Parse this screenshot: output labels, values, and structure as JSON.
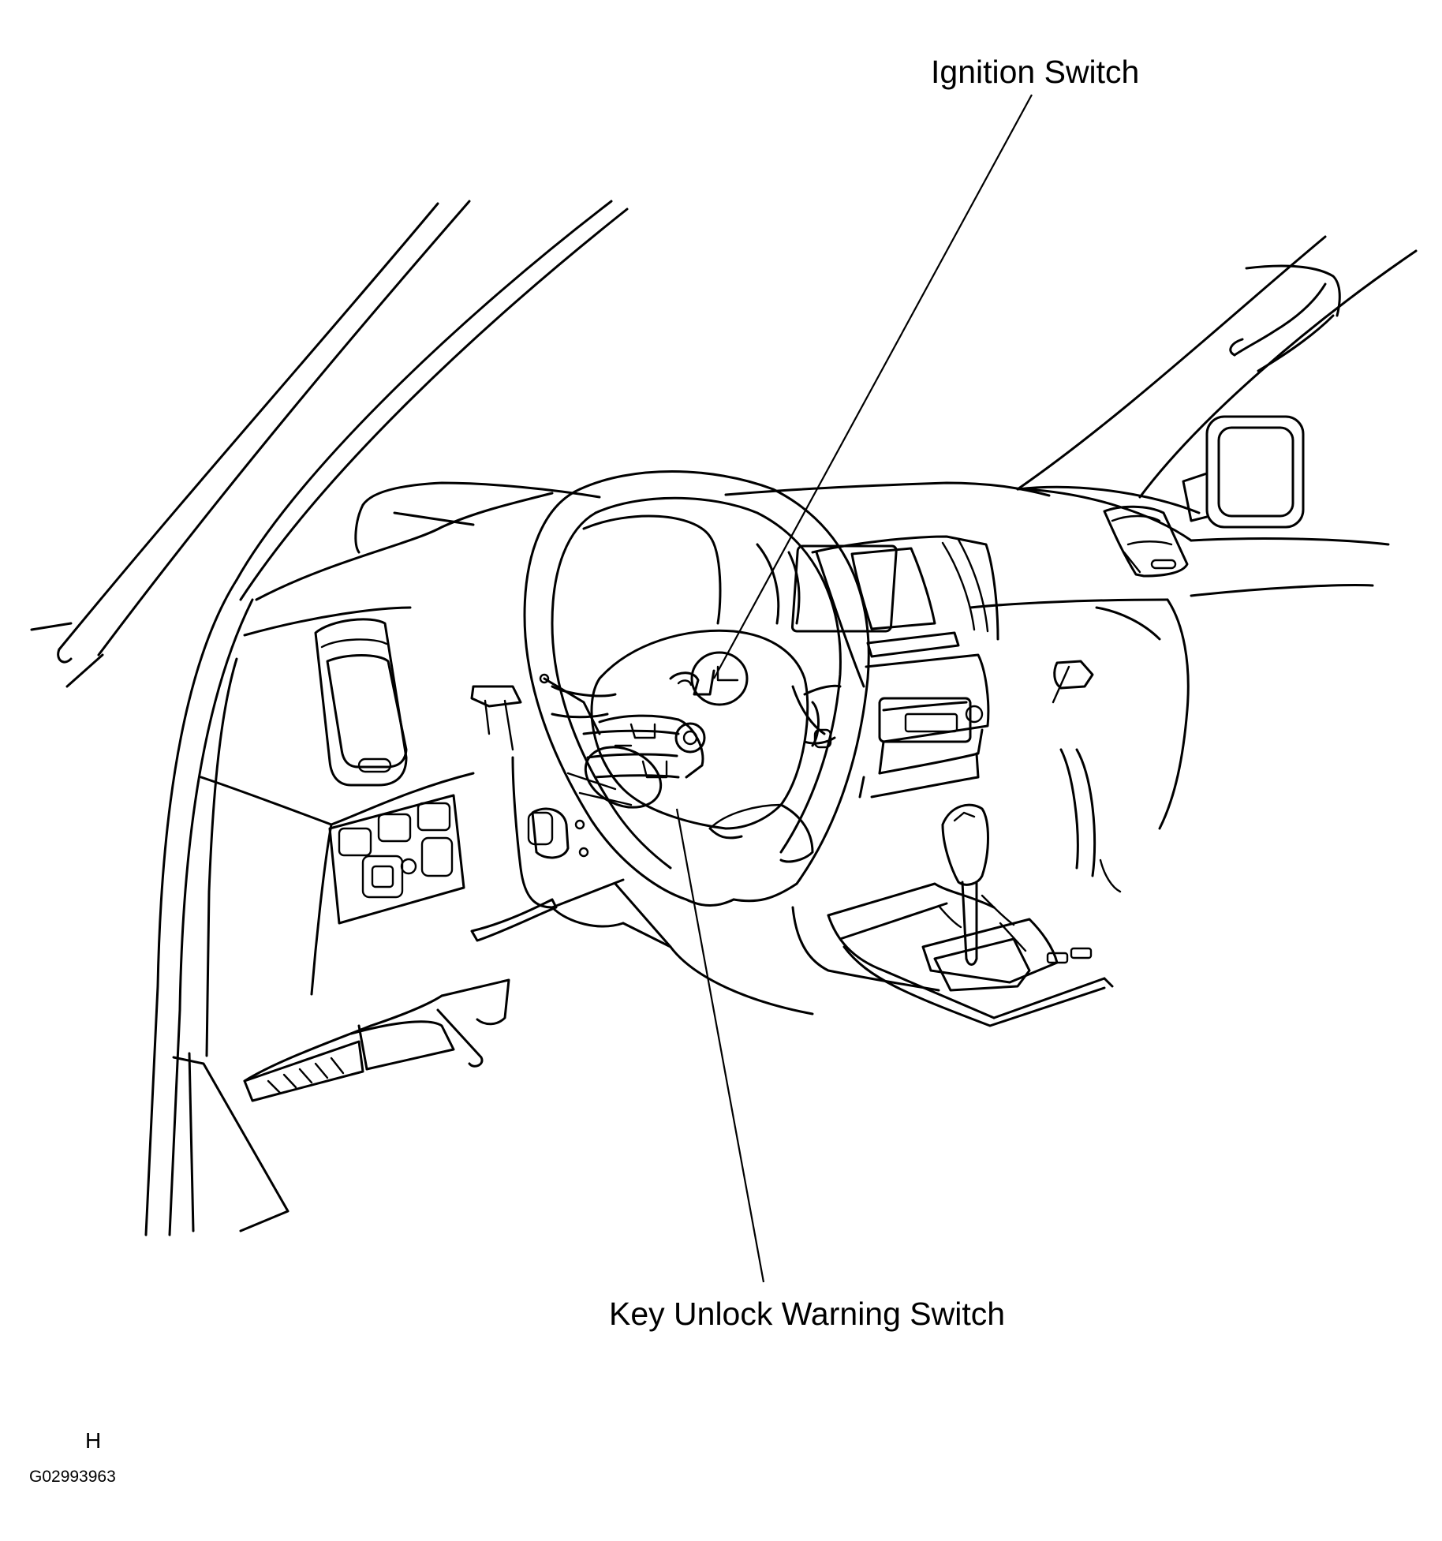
{
  "labels": {
    "ignition_switch": "Ignition Switch",
    "key_unlock_warning_switch": "Key Unlock Warning Switch"
  },
  "footer": {
    "sheet_letter": "H",
    "figure_id": "G02993963"
  }
}
